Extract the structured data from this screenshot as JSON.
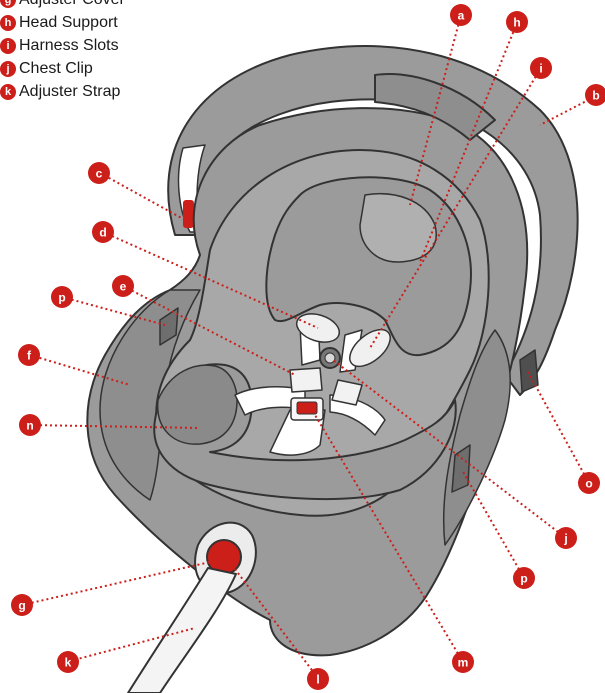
{
  "colors": {
    "seat": "#9b9b9b",
    "seat_dark": "#7d7d7d",
    "seat_light": "#b4b4b4",
    "accent": "#cc1f1a",
    "outline": "#333333"
  },
  "legend": [
    {
      "letter": "g",
      "text": "Adjuster Cover"
    },
    {
      "letter": "h",
      "text": "Head Support"
    },
    {
      "letter": "i",
      "text": "Harness Slots"
    },
    {
      "letter": "j",
      "text": "Chest Clip"
    },
    {
      "letter": "k",
      "text": "Adjuster Strap"
    }
  ],
  "callouts": [
    "a",
    "b",
    "c",
    "d",
    "e",
    "p",
    "f",
    "n",
    "g",
    "k",
    "l",
    "m",
    "p",
    "j",
    "o",
    "h",
    "i"
  ]
}
